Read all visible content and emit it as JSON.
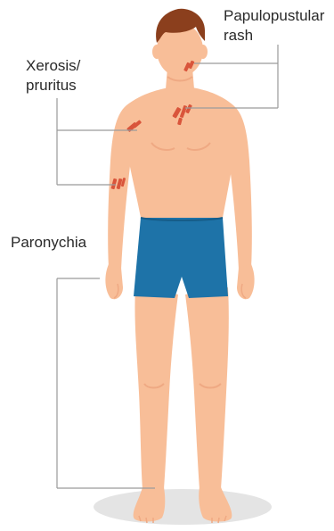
{
  "labels": {
    "papulopustular": {
      "line1": "Papulopustular",
      "line2": "rash"
    },
    "xerosis": {
      "line1": "Xerosis/",
      "line2": "pruritus"
    },
    "paronychia": {
      "line1": "Paronychia"
    }
  },
  "colors": {
    "skin": "#F8BE98",
    "skin_shade": "#EFA983",
    "hair": "#8B3F1D",
    "shorts": "#1E73A8",
    "shadow": "#E4E4E4",
    "rash": "#D9553B",
    "leader_line": "#9A9A9A",
    "text": "#2A2A2A"
  }
}
